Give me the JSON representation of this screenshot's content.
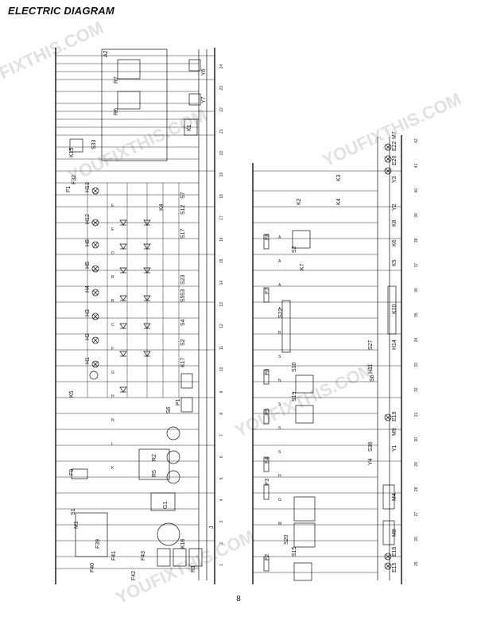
{
  "header": {
    "title": "ELECTRIC DIAGRAM"
  },
  "footer": {
    "page_number": "8"
  },
  "watermarks": [
    "YOUFIXTHIS.COM",
    "YOUFIXTHIS.COM",
    "YOUFIXTHIS.COM",
    "YOUFIXTHIS.COM",
    "YOUFIXTHIS.COM"
  ],
  "left_diagram": {
    "column_numbers": [
      "1",
      "2",
      "3",
      "4",
      "5",
      "6",
      "7",
      "8",
      "9",
      "10",
      "11",
      "12",
      "13",
      "14",
      "15",
      "16",
      "17",
      "18",
      "19",
      "20",
      "21",
      "22",
      "23",
      "24"
    ],
    "components": [
      "A2",
      "Y6",
      "R7",
      "Y7",
      "R6",
      "K1",
      "S33",
      "K15",
      "F1",
      "F32",
      "H13",
      "S7",
      "K4",
      "S12",
      "H12",
      "S17",
      "H8",
      "H5",
      "S23",
      "S3",
      "H4",
      "S5",
      "H3",
      "S4",
      "H2",
      "S2",
      "H1",
      "K17",
      "K5",
      "P1",
      "S6",
      "S1",
      "F9",
      "R2",
      "R5",
      "K16",
      "G1",
      "M1",
      "F39",
      "F40",
      "F41",
      "F43",
      "F42",
      "R1",
      "J"
    ],
    "terminal_labels": [
      "E",
      "E",
      "D",
      "B",
      "B",
      "C",
      "F",
      "G",
      "H",
      "N",
      "L",
      "K"
    ]
  },
  "right_diagram": {
    "column_numbers": [
      "25",
      "26",
      "27",
      "28",
      "29",
      "30",
      "31",
      "32",
      "33",
      "34",
      "35",
      "36",
      "37",
      "38",
      "39",
      "40",
      "41",
      "42"
    ],
    "components": [
      "F8",
      "S2",
      "K3",
      "K2",
      "K4",
      "K7",
      "F7",
      "S22",
      "K10",
      "F6",
      "S10",
      "S27",
      "H14",
      "H11",
      "S6",
      "F5",
      "S19",
      "E19",
      "M9",
      "Y1",
      "S36",
      "Y4",
      "F4",
      "F3",
      "M4",
      "S20",
      "M8",
      "F2",
      "S15",
      "E16",
      "E15",
      "E22",
      "M7",
      "E20",
      "Y3",
      "Y2",
      "K8",
      "K6",
      "K5"
    ],
    "terminal_labels": [
      "A",
      "A",
      "A",
      "A",
      "B",
      "S",
      "N",
      "S",
      "S",
      "S",
      "H",
      "G",
      "M"
    ]
  }
}
